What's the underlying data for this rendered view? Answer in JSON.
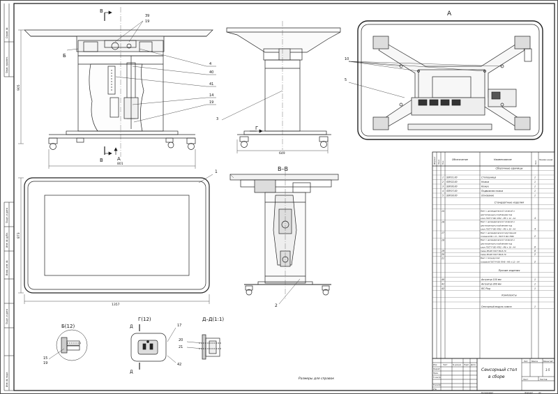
{
  "view_labels": {
    "section_b_top": "В",
    "section_b_bottom": "В",
    "arrow_a_bottom": "А",
    "arrow_g": "Г",
    "view_a": "А",
    "section_bb": "В–В",
    "detail_b": "Б(12)",
    "detail_g": "Г(12)",
    "detail_dd": "Д–Д(1:1)",
    "marker_b": "Б",
    "marker_d_top": "Д",
    "marker_d_bottom": "Д"
  },
  "callouts": [
    "39",
    "19",
    "4",
    "40",
    "41",
    "14",
    "19",
    "3",
    "1",
    "2",
    "5",
    "10",
    "17",
    "20",
    "21",
    "42",
    "15",
    "19"
  ],
  "dimensions": {
    "front_height": "905",
    "front_width": "801",
    "side_width": "649",
    "plan_width": "1357",
    "plan_height": "873"
  },
  "footnote": "Размеры для справок",
  "spec": {
    "header": [
      "Формат",
      "Зона",
      "Поз.",
      "Обозначение",
      "Наименование",
      "Кол.",
      "Приме-чание"
    ],
    "sections": {
      "assembly": "Сборочные единицы",
      "standard": "Стандартные изделия",
      "other": "Прочие изделия",
      "kits": "Комплекты"
    },
    "assembly_rows": [
      {
        "pos": "1",
        "code": "SSP.01.00",
        "name": "Столешница",
        "qty": "1"
      },
      {
        "pos": "2",
        "code": "SSP.02.00",
        "name": "Ножка",
        "qty": "1"
      },
      {
        "pos": "3",
        "code": "SSP.06.00",
        "name": "Кожух",
        "qty": "1"
      },
      {
        "pos": "4",
        "code": "SSP.07.00",
        "name": "Подвижная ножка",
        "qty": "1"
      },
      {
        "pos": "5",
        "code": "SSP.08.00",
        "name": "Основание",
        "qty": "1"
      }
    ],
    "standard_rows": [
      {
        "pos": "15",
        "lines": [
          "Винт с цилиндрической головкой и",
          "шестигранным углублением под",
          "ключ ГОСТ Р ISO 4762 – M5 × 12 – А4"
        ],
        "qty": "4"
      },
      {
        "pos": "16",
        "lines": [
          "Винт с цилиндрической головкой и",
          "шестигранным углублением под",
          "ключ ГОСТ Р ISO 4762 – M5 × 30 – А4"
        ],
        "qty": "4"
      },
      {
        "pos": "17",
        "lines": [
          "Винт с цилиндрической скругленной",
          "головкой М4 × 8 – ГОСТ Р ISO 7380"
        ],
        "qty": "2"
      },
      {
        "pos": "18",
        "lines": [
          "Винт с цилиндрической головкой и",
          "шестигранным углублением под",
          "ключ ГОСТ Р ISO 4762 – M6 × 16 – А4"
        ],
        "qty": "8"
      },
      {
        "pos": "19",
        "lines": [
          "Гайка М5-6Н ГОСТ 5915-70"
        ],
        "qty": "8"
      },
      {
        "pos": "20",
        "lines": [
          "Гайка М3-6Н ГОСТ 5915-70"
        ],
        "qty": "2"
      },
      {
        "pos": "21",
        "lines": [
          "Винт с полукруглой",
          "головкой ГОСТ Р ISO 7045 – M3 × 12 – А4"
        ],
        "qty": "2"
      }
    ],
    "other_rows": [
      {
        "pos": "40",
        "name": "Актуатор 150 мм",
        "qty": "1"
      },
      {
        "pos": "41",
        "name": "Актуатор 300 мм",
        "qty": "1"
      },
      {
        "pos": "42",
        "name": "IEC Plug",
        "qty": "1"
      }
    ],
    "kit_rows": [
      {
        "name": "Сенсорный модуль компл.",
        "qty": "1"
      }
    ]
  },
  "title_block": {
    "title_line1": "Сенсорный стол",
    "title_line2": "в сборе",
    "stage_label": "Лит.",
    "mass_label": "Масса",
    "scale_label": "Масштаб",
    "scale": "1:5",
    "roles": [
      "Разраб.",
      "Пров.",
      "Т.контр.",
      "Н.контр.",
      "Утв."
    ],
    "cols": [
      "Изм.",
      "Лист",
      "№ докум.",
      "Подп.",
      "Дата"
    ],
    "sheet_label": "Лист",
    "sheets_label": "Листов",
    "copied": "Копировал",
    "format_label": "Формат",
    "format": "А1"
  },
  "margin_labels": [
    "Перв. примен.",
    "Справ. №",
    "Подп. и дата",
    "Инв. № дубл.",
    "Взам. инв. №",
    "Подп. и дата",
    "Инв. № подл."
  ]
}
